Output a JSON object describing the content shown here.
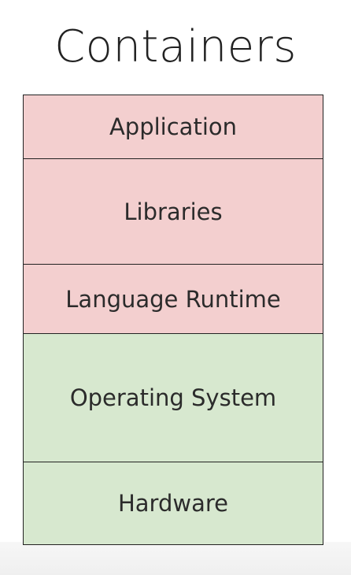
{
  "title": "Containers",
  "layers": [
    {
      "label": "Application",
      "group": "container",
      "color": "#f3cfcf"
    },
    {
      "label": "Libraries",
      "group": "container",
      "color": "#f3cfcf"
    },
    {
      "label": "Language Runtime",
      "group": "container",
      "color": "#f3cfcf"
    },
    {
      "label": "Operating System",
      "group": "host",
      "color": "#d7e8cf"
    },
    {
      "label": "Hardware",
      "group": "host",
      "color": "#d7e8cf"
    }
  ]
}
